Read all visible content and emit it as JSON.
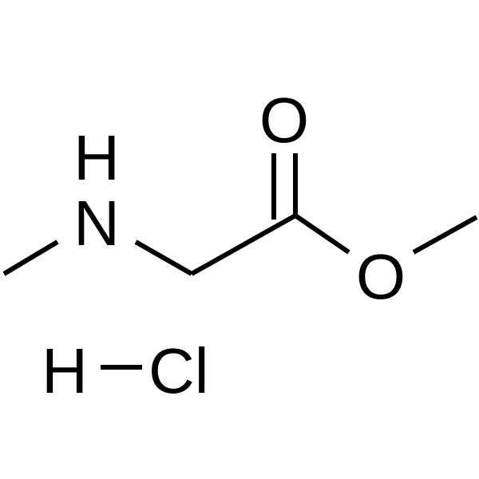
{
  "molecule": {
    "atoms": {
      "nitrogen": "N",
      "hydrogen_on_n": "H",
      "carbonyl_oxygen": "O",
      "ester_oxygen": "O"
    },
    "salt": {
      "hydrogen": "H",
      "chlorine": "Cl"
    }
  },
  "colors": {
    "ink": "#000000",
    "background": "#ffffff"
  }
}
